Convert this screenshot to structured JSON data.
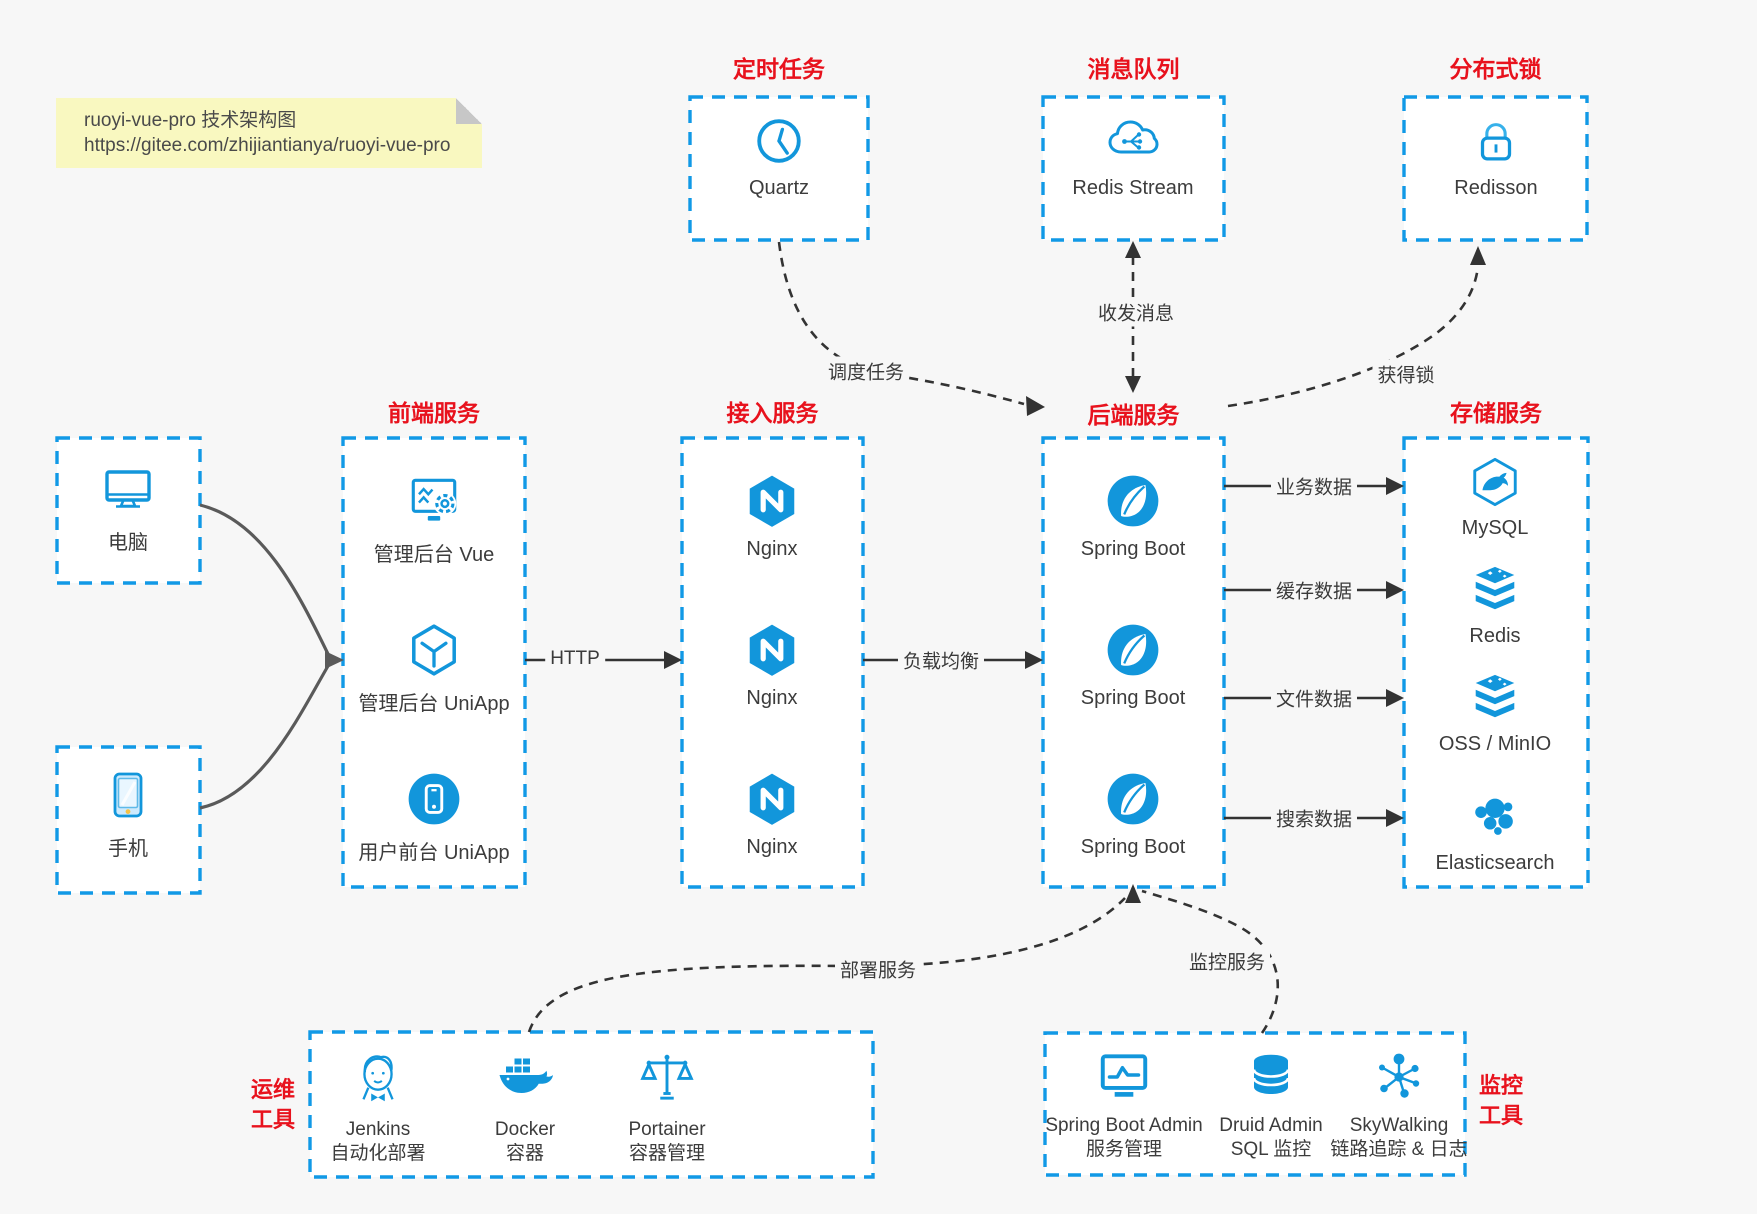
{
  "note": {
    "line1": "ruoyi-vue-pro 技术架构图",
    "line2": "https://gitee.com/zhijiantianya/ruoyi-vue-pro"
  },
  "colors": {
    "accent_blue": "#1296db",
    "border_blue": "#1199e6",
    "title_red": "#e8121d",
    "background": "#f7f7f7",
    "note_bg": "#f9f8c0",
    "line_dark": "#333333"
  },
  "groups": {
    "scheduler": {
      "title": "定时任务",
      "item": {
        "label": "Quartz",
        "icon": "clock-icon"
      }
    },
    "mq": {
      "title": "消息队列",
      "item": {
        "label": "Redis Stream",
        "icon": "cloud-stream-icon"
      }
    },
    "lock": {
      "title": "分布式锁",
      "item": {
        "label": "Redisson",
        "icon": "lock-icon"
      }
    },
    "clients": {
      "computer_label": "电脑",
      "phone_label": "手机"
    },
    "frontend": {
      "title": "前端服务",
      "items": [
        {
          "label": "管理后台 Vue",
          "icon": "admin-vue-icon"
        },
        {
          "label": "管理后台 UniApp",
          "icon": "uniapp-cube-icon"
        },
        {
          "label": "用户前台 UniApp",
          "icon": "user-app-icon"
        }
      ]
    },
    "gateway": {
      "title": "接入服务",
      "items": [
        {
          "label": "Nginx",
          "icon": "nginx-icon"
        },
        {
          "label": "Nginx",
          "icon": "nginx-icon"
        },
        {
          "label": "Nginx",
          "icon": "nginx-icon"
        }
      ]
    },
    "backend": {
      "title": "后端服务",
      "items": [
        {
          "label": "Spring Boot",
          "icon": "spring-boot-icon"
        },
        {
          "label": "Spring Boot",
          "icon": "spring-boot-icon"
        },
        {
          "label": "Spring Boot",
          "icon": "spring-boot-icon"
        }
      ]
    },
    "storage": {
      "title": "存储服务",
      "items": [
        {
          "label": "MySQL",
          "icon": "mysql-icon"
        },
        {
          "label": "Redis",
          "icon": "redis-stack-icon"
        },
        {
          "label": "OSS / MinIO",
          "icon": "oss-minio-icon"
        },
        {
          "label": "Elasticsearch",
          "icon": "elasticsearch-icon"
        }
      ]
    },
    "devops": {
      "title_line1": "运维",
      "title_line2": "工具",
      "items": [
        {
          "name": "Jenkins",
          "desc": "自动化部署"
        },
        {
          "name": "Docker",
          "desc": "容器"
        },
        {
          "name": "Portainer",
          "desc": "容器管理"
        }
      ]
    },
    "monitoring": {
      "title_line1": "监控",
      "title_line2": "工具",
      "items": [
        {
          "name": "Spring Boot Admin",
          "desc": "服务管理"
        },
        {
          "name": "Druid Admin",
          "desc": "SQL 监控"
        },
        {
          "name": "SkyWalking",
          "desc": "链路追踪 & 日志"
        }
      ]
    }
  },
  "edges": {
    "http": "HTTP",
    "load_balance": "负载均衡",
    "schedule_task": "调度任务",
    "send_receive_msg": "收发消息",
    "acquire_lock": "获得锁",
    "business_data": "业务数据",
    "cache_data": "缓存数据",
    "file_data": "文件数据",
    "search_data": "搜索数据",
    "deploy_service": "部署服务",
    "monitor_service": "监控服务"
  }
}
